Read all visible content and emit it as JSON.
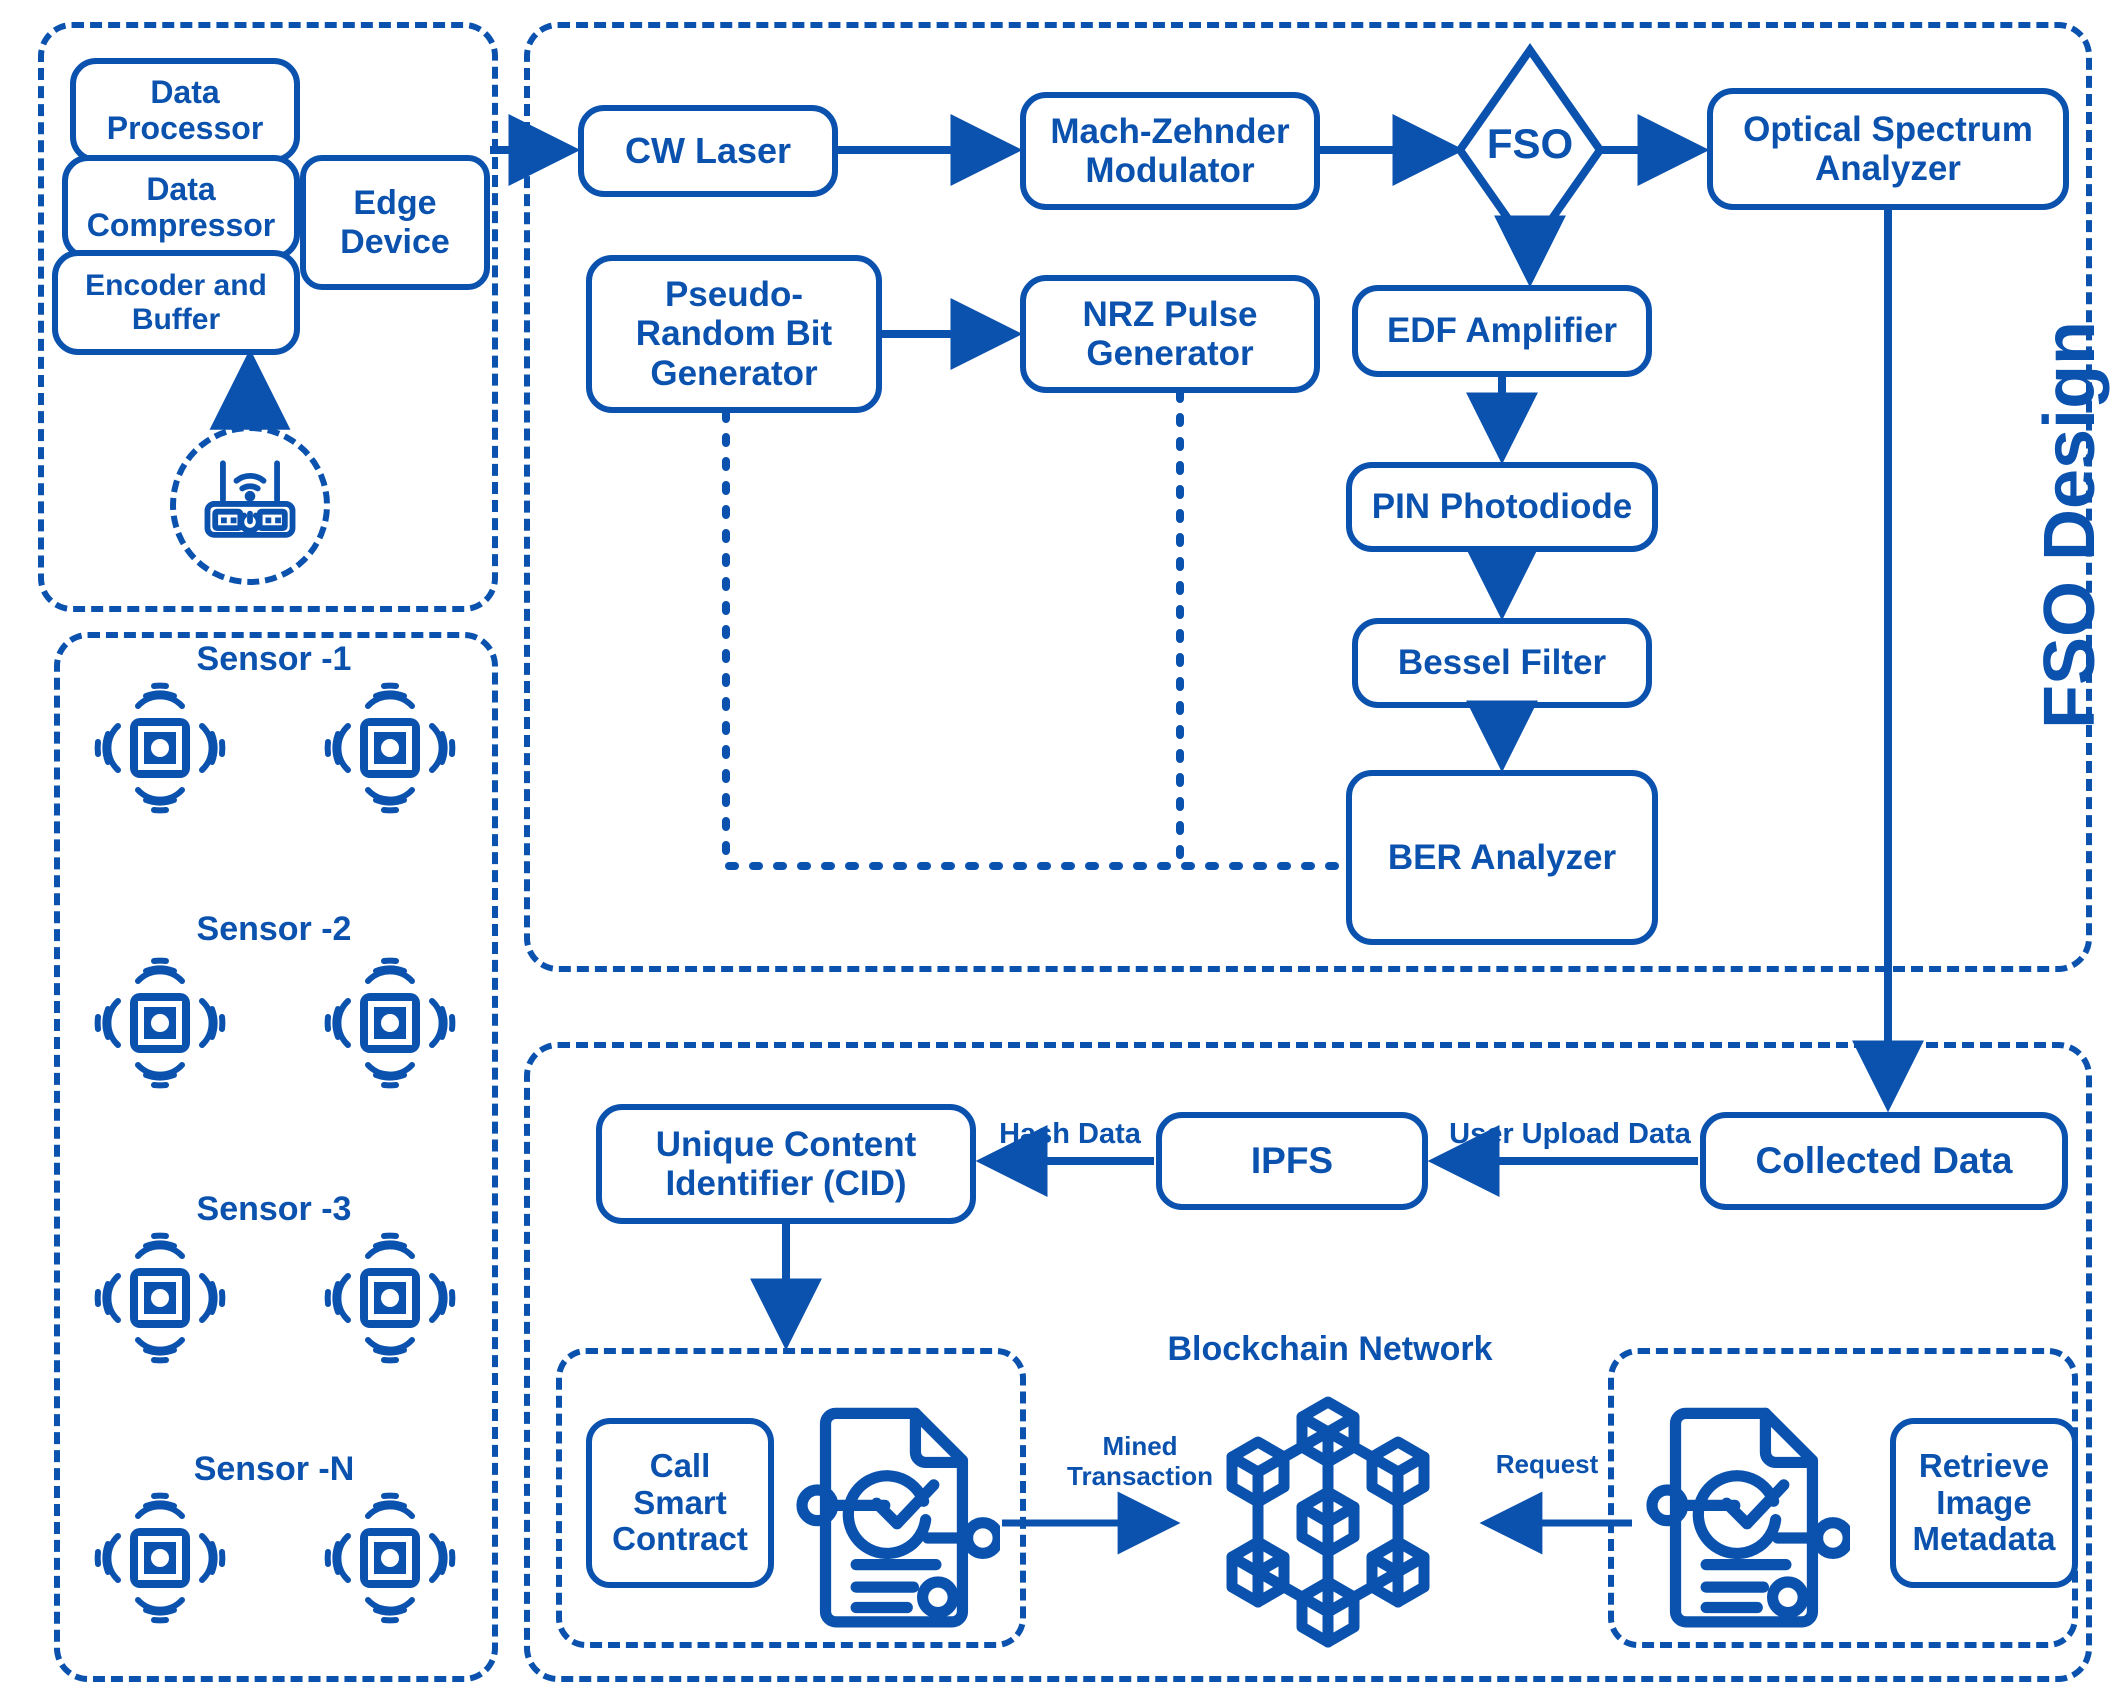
{
  "theme": {
    "primary": "#0b52ae",
    "background": "#ffffff"
  },
  "edge_group": {
    "name": "edge-device-group",
    "boxes": [
      {
        "label": "Data\nProcessor"
      },
      {
        "label": "Data\nCompressor"
      },
      {
        "label": "Encoder and\nBuffer"
      },
      {
        "label": "Edge\nDevice"
      }
    ],
    "router_icon": "wifi-router-icon"
  },
  "sensor_group": {
    "name": "sensor-group",
    "labels": [
      "Sensor -1",
      "Sensor -2",
      "Sensor -3",
      "Sensor -N"
    ],
    "icon": "wireless-sensor-icon",
    "icons_per_row": 2
  },
  "fso": {
    "title": "FSO Design",
    "nodes": {
      "cw_laser": "CW Laser",
      "mzm": "Mach-Zehnder\nModulator",
      "fso": "FSO",
      "osa": "Optical Spectrum\nAnalyzer",
      "prbg": "Pseudo-\nRandom Bit\nGenerator",
      "nrz": "NRZ Pulse\nGenerator",
      "edfa": "EDF Amplifier",
      "pin": "PIN Photodiode",
      "bessel": "Bessel Filter",
      "ber": "BER Analyzer"
    }
  },
  "blockchain": {
    "nodes": {
      "cid": "Unique Content\nIdentifier (CID)",
      "ipfs": "IPFS",
      "collected": "Collected Data",
      "call_contract": "Call\nSmart\nContract",
      "retrieve": "Retrieve\nImage\nMetadata"
    },
    "network_label": "Blockchain Network",
    "edge_labels": {
      "hash": "Hash Data",
      "upload": "User Upload Data",
      "mined": "Mined\nTransaction",
      "request": "Request"
    },
    "icons": {
      "smart_contract": "contract-document-icon",
      "metadata": "metadata-document-icon",
      "network": "blockchain-cubes-icon"
    }
  }
}
